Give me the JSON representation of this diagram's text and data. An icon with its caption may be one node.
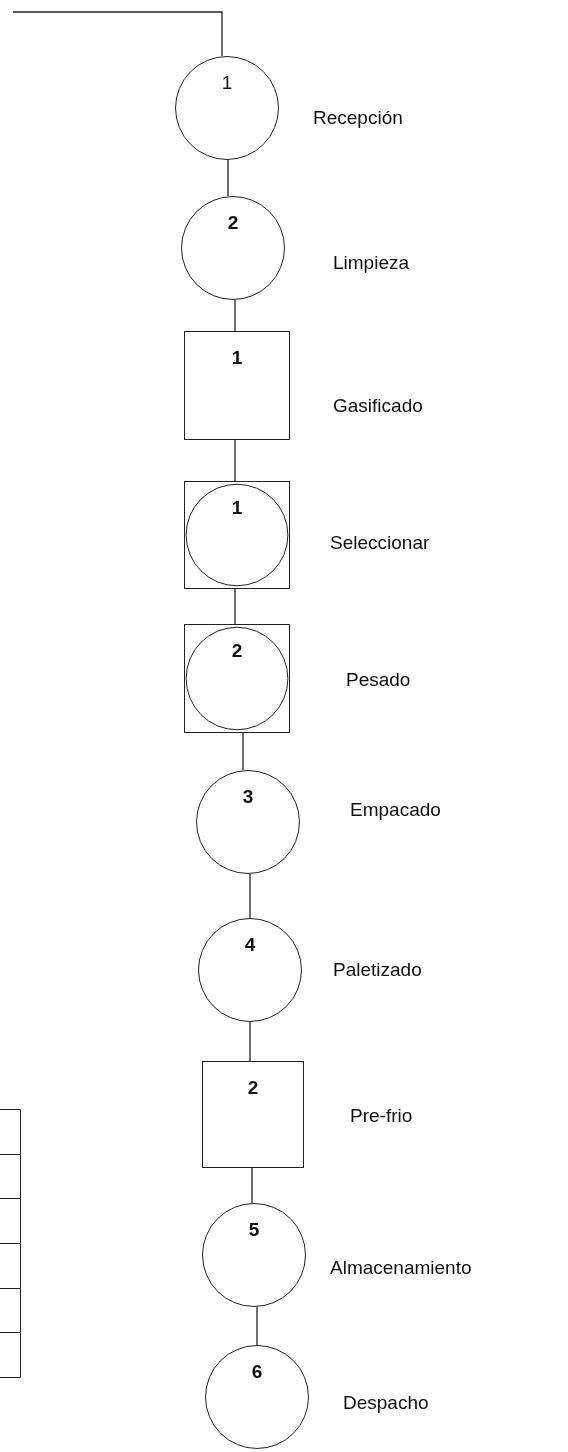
{
  "diagram": {
    "nodes": [
      {
        "text": [
          "1"
        ],
        "beside": [
          "Recepción"
        ]
      },
      {
        "text": [
          "2"
        ],
        "beside": [
          "Limpieza"
        ]
      },
      {
        "text": [
          "1"
        ],
        "beside": [
          "Gasificado"
        ]
      },
      {
        "text": [
          "1"
        ],
        "beside": [
          "Seleccionar"
        ]
      },
      {
        "text": [
          "2"
        ],
        "beside": [
          "Pesado"
        ]
      },
      {
        "text": [
          "3"
        ],
        "beside": [
          "Empacado"
        ]
      },
      {
        "text": [
          "4"
        ],
        "beside": [
          "Paletizado"
        ]
      },
      {
        "text": [
          "2"
        ],
        "beside": [
          "Pre-frio"
        ]
      },
      {
        "text": [
          "5"
        ],
        "beside": [
          "Almacenamiento"
        ]
      },
      {
        "text": [
          "6"
        ],
        "beside": [
          "Despacho"
        ]
      }
    ],
    "edges": [
      {
        "from": null,
        "to": 0,
        "arrow": "none"
      },
      {
        "from": 0,
        "to": 1,
        "arrow": "none"
      },
      {
        "from": 1,
        "to": 2,
        "arrow": "none"
      },
      {
        "from": 2,
        "to": 3,
        "arrow": "none"
      },
      {
        "from": 3,
        "to": 4,
        "arrow": "none"
      },
      {
        "from": 4,
        "to": 5,
        "arrow": "none"
      },
      {
        "from": 5,
        "to": 6,
        "arrow": "none"
      },
      {
        "from": 6,
        "to": 7,
        "arrow": "none"
      },
      {
        "from": 7,
        "to": 8,
        "arrow": "none"
      },
      {
        "from": 8,
        "to": 9,
        "arrow": "none"
      }
    ]
  }
}
